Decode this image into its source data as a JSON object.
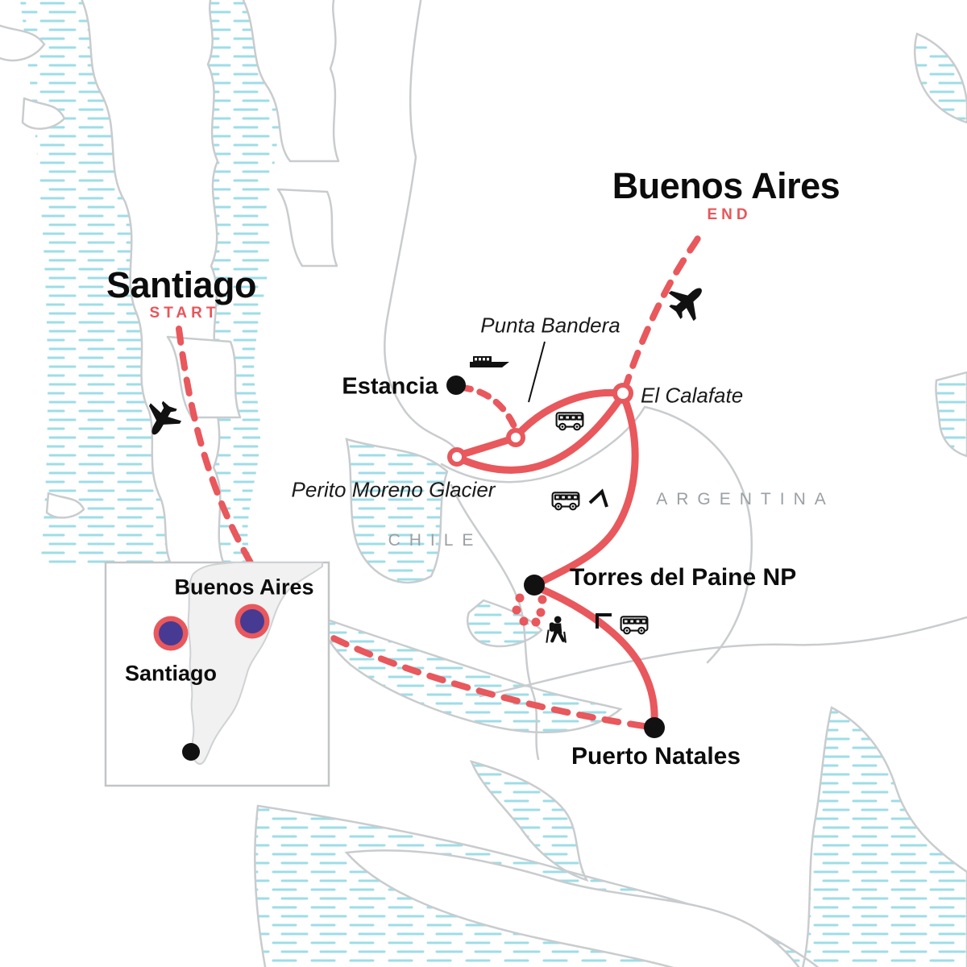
{
  "labels": {
    "end_city": "Buenos Aires",
    "end_tag": "END",
    "start_city": "Santiago",
    "start_tag": "START",
    "punta_bandera": "Punta Bandera",
    "estancia": "Estancia",
    "el_calafate": "El Calafate",
    "perito_moreno_glacier": "Perito Moreno Glacier",
    "torres_del_paine": "Torres del Paine NP",
    "puerto_natales": "Puerto Natales",
    "chile": "CHILE",
    "argentina": "ARGENTINA"
  },
  "inset": {
    "buenos_aires": "Buenos Aires",
    "santiago": "Santiago"
  },
  "route": {
    "start": "Santiago",
    "end": "Buenos Aires",
    "stops": [
      {
        "name": "Santiago",
        "marker": "label-start"
      },
      {
        "name": "Puerto Natales",
        "marker": "black-dot"
      },
      {
        "name": "Torres del Paine NP",
        "marker": "black-dot"
      },
      {
        "name": "El Calafate",
        "marker": "ring-circle"
      },
      {
        "name": "Perito Moreno Glacier",
        "marker": "ring-circle"
      },
      {
        "name": "Punta Bandera",
        "marker": "ring-circle"
      },
      {
        "name": "Estancia",
        "marker": "black-dot"
      },
      {
        "name": "Buenos Aires",
        "marker": "label-end"
      }
    ],
    "line_styles": {
      "flight": "dashed",
      "overland": "solid",
      "hike": "dotted-loop"
    }
  },
  "icons": [
    "plane-icon",
    "bus-icon",
    "boat-icon",
    "hiker-icon",
    "direction-arrow-icon"
  ],
  "colors": {
    "route_red": "#e8585c",
    "marker_purple": "#473a93",
    "water_hatch_teal": "#9edde7",
    "coastline_gray": "#c9ccce",
    "country_label_gray": "#9aa0a4",
    "text_black": "#111111"
  }
}
